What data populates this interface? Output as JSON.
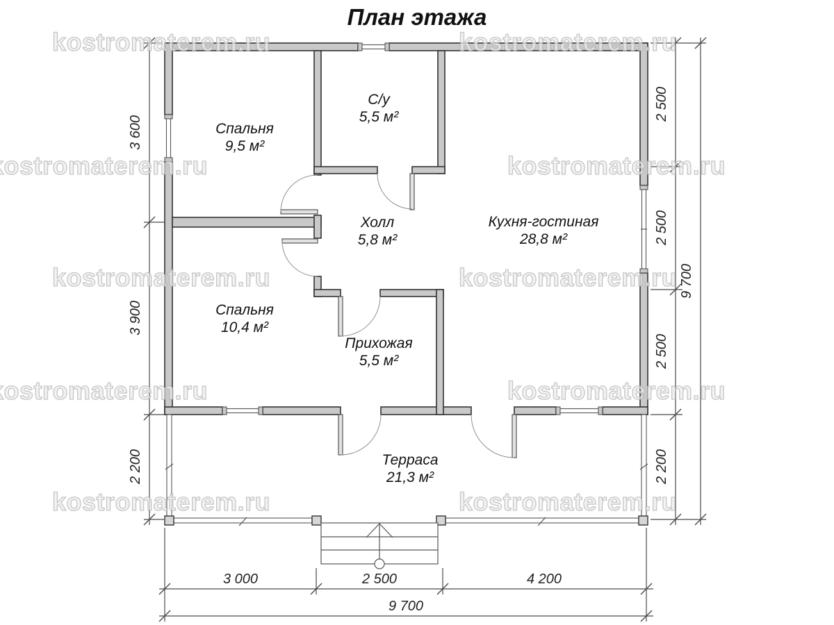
{
  "title": "План этажа",
  "watermark": {
    "text": "kostromaterem.ru"
  },
  "rooms": {
    "bedroom1": {
      "name": "Спальня",
      "area": "9,5 м²"
    },
    "bathroom": {
      "name": "С/у",
      "area": "5,5 м²"
    },
    "kitchen_living": {
      "name": "Кухня-гостиная",
      "area": "28,8 м²"
    },
    "hall": {
      "name": "Холл",
      "area": "5,8 м²"
    },
    "bedroom2": {
      "name": "Спальня",
      "area": "10,4 м²"
    },
    "entry": {
      "name": "Прихожая",
      "area": "5,5 м²"
    },
    "terrace": {
      "name": "Терраса",
      "area": "21,3 м²"
    }
  },
  "dimensions": {
    "left": [
      "3 600",
      "3 900",
      "2 200"
    ],
    "right": [
      "2 500",
      "2 500",
      "2 500",
      "2 200"
    ],
    "right_total": "9 700",
    "bottom": [
      "3 000",
      "2 500",
      "4 200"
    ],
    "bottom_total": "9 700"
  },
  "colors": {
    "wall_fill": "#c9c9c9",
    "wall_stroke": "#333333",
    "dimension_line": "#4a4a4a",
    "text": "#111111",
    "watermark": "#cccccc"
  }
}
